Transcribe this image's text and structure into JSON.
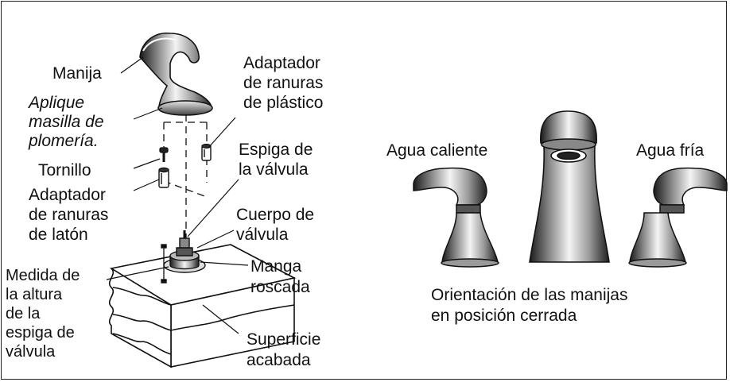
{
  "labels": {
    "manija": "Manija",
    "aplique": [
      "Aplique",
      "masilla de",
      "plomería."
    ],
    "adaptador_plastico": [
      "Adaptador",
      "de ranuras",
      "de plástico"
    ],
    "tornillo": "Tornillo",
    "espiga": [
      "Espiga de",
      "la válvula"
    ],
    "adaptador_laton": [
      "Adaptador",
      "de ranuras",
      "de latón"
    ],
    "cuerpo": [
      "Cuerpo de",
      "válvula"
    ],
    "manga": [
      "Manga",
      "roscada"
    ],
    "medida": [
      "Medida de",
      "la altura",
      "de la",
      "espiga de",
      "válvula"
    ],
    "superficie": [
      "Superficie",
      "acabada"
    ],
    "agua_caliente": "Agua caliente",
    "agua_fria": "Agua fría",
    "orientacion": [
      "Orientación de las manijas",
      "en posición cerrada"
    ]
  },
  "icons": [
    "handle-icon",
    "screw-icon",
    "brass-adapter-icon",
    "plastic-adapter-icon",
    "valve-body-icon",
    "countertop-icon",
    "faucet-spout-icon"
  ]
}
